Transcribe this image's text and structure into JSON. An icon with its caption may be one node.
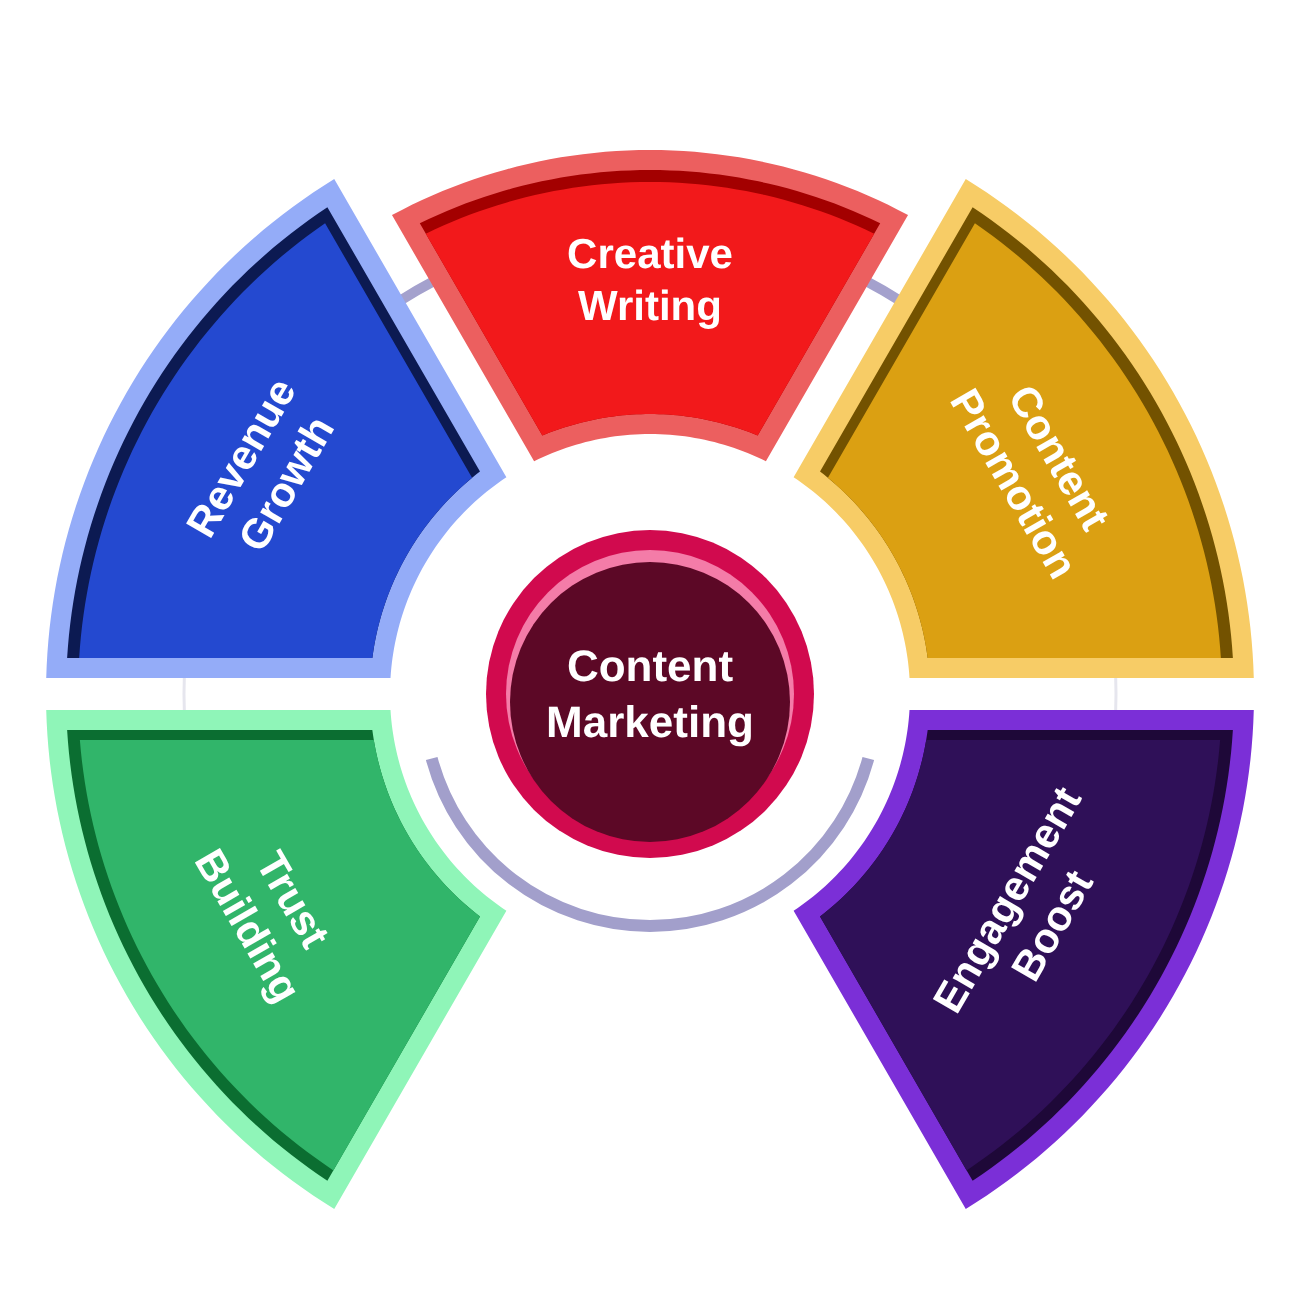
{
  "diagram": {
    "nodes": [
      {
        "text": [
          "Creative Writing"
        ]
      },
      {
        "text": [
          "Revenue Growth"
        ]
      },
      {
        "text": [
          "Content Promotion"
        ]
      },
      {
        "text": [
          "Content Marketing"
        ]
      },
      {
        "text": [
          "Trust Building"
        ]
      },
      {
        "text": [
          "Engagement Boost"
        ]
      }
    ]
  }
}
